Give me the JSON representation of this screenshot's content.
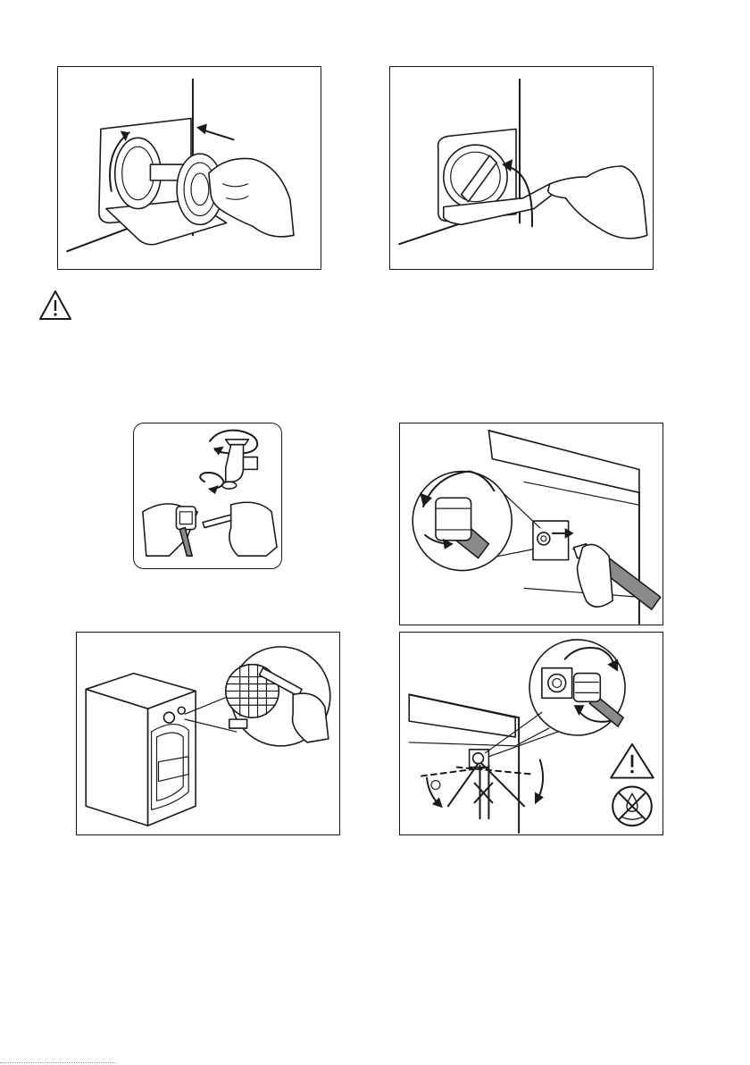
{
  "page": {
    "figures": [
      {
        "id": "fig1",
        "depicts": "pump-filter-reinsert"
      },
      {
        "id": "fig2",
        "depicts": "pump-flap-close"
      },
      {
        "id": "fig3",
        "depicts": "tap-hose-filter-clean"
      },
      {
        "id": "fig4",
        "depicts": "inlet-hose-unscrew"
      },
      {
        "id": "fig5",
        "depicts": "rear-inlet-filter-brush"
      },
      {
        "id": "fig6",
        "depicts": "inlet-hose-refit"
      }
    ],
    "icons": {
      "warning": "warning-triangle-icon",
      "no_leak": "no-leak-icon"
    },
    "colors": {
      "line": "#1a1a1a",
      "hose": "#8a8a8a",
      "background": "#ffffff"
    }
  }
}
